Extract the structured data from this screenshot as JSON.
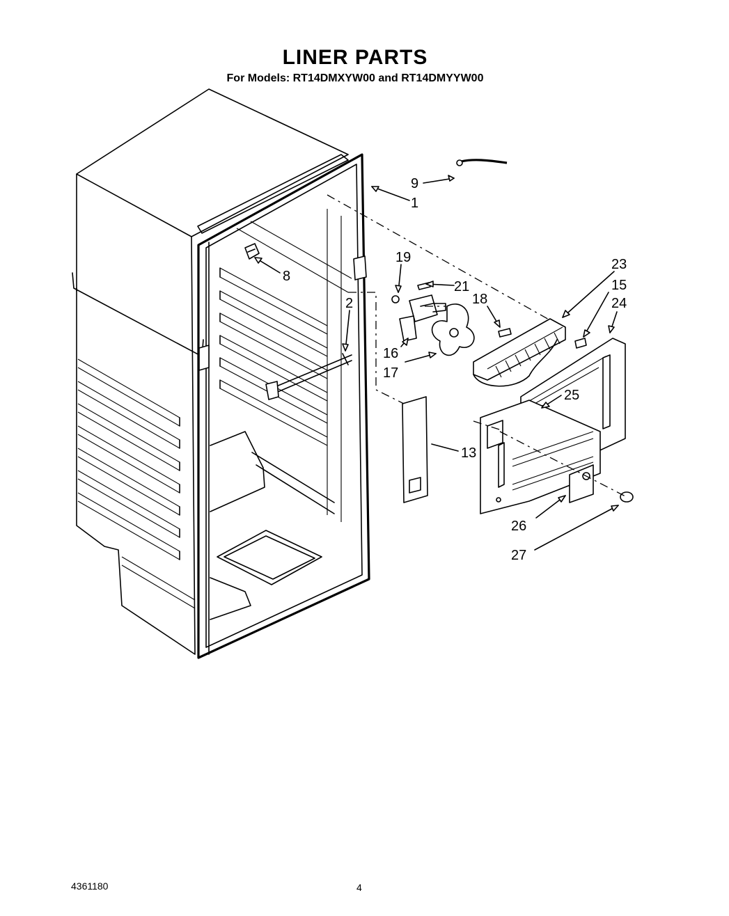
{
  "header": {
    "title": "LINER PARTS",
    "subtitle": "For Models: RT14DMXYW00 and RT14DMYYW00"
  },
  "footer": {
    "doc_number": "4361180",
    "page_number": "4"
  },
  "callouts": {
    "c1": "1",
    "c2": "2",
    "c8": "8",
    "c9": "9",
    "c13": "13",
    "c15": "15",
    "c16": "16",
    "c17": "17",
    "c18": "18",
    "c19": "19",
    "c21": "21",
    "c23": "23",
    "c24": "24",
    "c25": "25",
    "c26": "26",
    "c27": "27"
  }
}
